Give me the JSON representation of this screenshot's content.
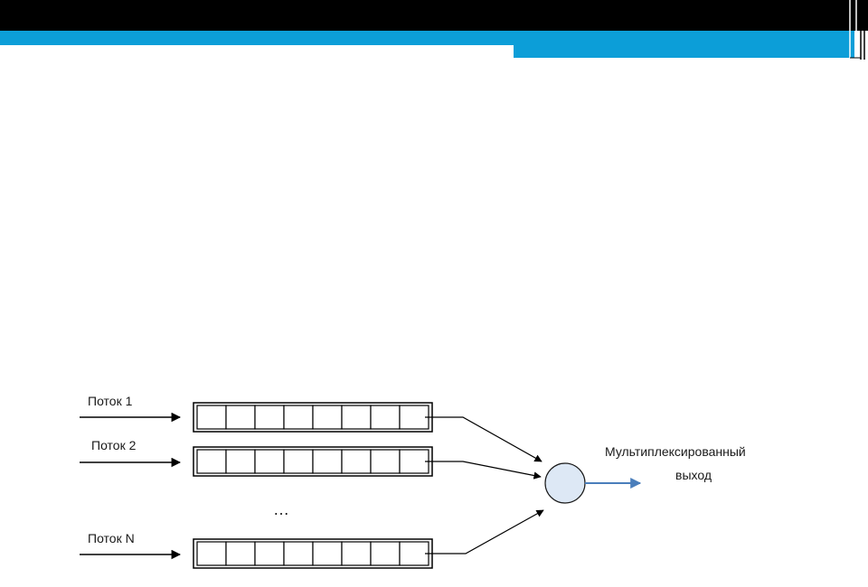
{
  "streams": [
    {
      "label": "Поток 1"
    },
    {
      "label": "Поток 2"
    },
    {
      "label": "Поток N"
    }
  ],
  "ellipsis": "…",
  "output": {
    "line1": "Мультиплексированный",
    "line2": "выход"
  },
  "queue_cells": 8,
  "colors": {
    "header_black": "#000000",
    "header_blue": "#0c9ed8",
    "mux_fill": "#dde8f5",
    "output_arrow": "#4a7ebb"
  }
}
